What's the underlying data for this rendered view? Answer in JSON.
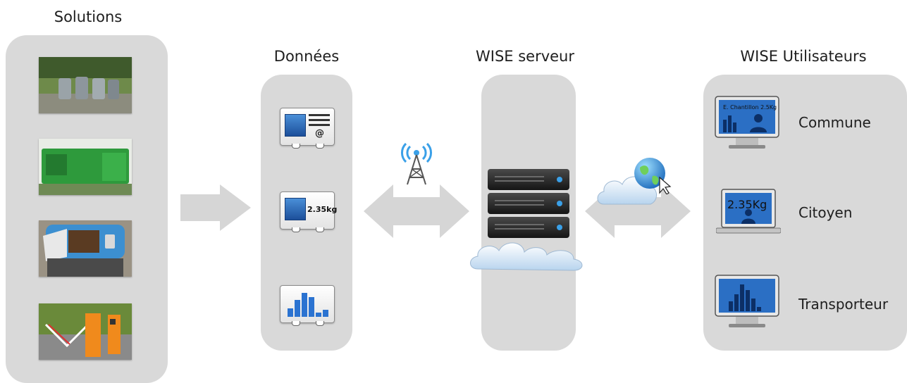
{
  "sections": {
    "solutions": {
      "title": "Solutions"
    },
    "donnees": {
      "title": "Données"
    },
    "serveur": {
      "title": "WISE serveur"
    },
    "utilisateurs": {
      "title": "WISE Utilisateurs"
    }
  },
  "solution_images": [
    {
      "icon": "underground-waste-bins"
    },
    {
      "icon": "green-compactor-container"
    },
    {
      "icon": "blue-waste-bin-with-reader"
    },
    {
      "icon": "orange-access-barrier"
    }
  ],
  "data_cards": {
    "card1": {
      "icon": "contact-card-icon"
    },
    "card2": {
      "icon": "weight-card-icon",
      "text": "2.35kg"
    },
    "card3": {
      "icon": "bar-chart-card-icon"
    }
  },
  "users": [
    {
      "label": "Commune",
      "screen_text": "E. Chantillon 2.5Kg",
      "device": "monitor"
    },
    {
      "label": "Citoyen",
      "screen_text": "2.35Kg",
      "device": "laptop"
    },
    {
      "label": "Transporteur",
      "device": "monitor"
    }
  ],
  "colors": {
    "panel": "#d9d9d9",
    "arrow": "#d6d6d6",
    "screen_blue": "#2b6fc4",
    "server_dark": "#2a2a2a",
    "signal_blue": "#3aa0e8"
  }
}
